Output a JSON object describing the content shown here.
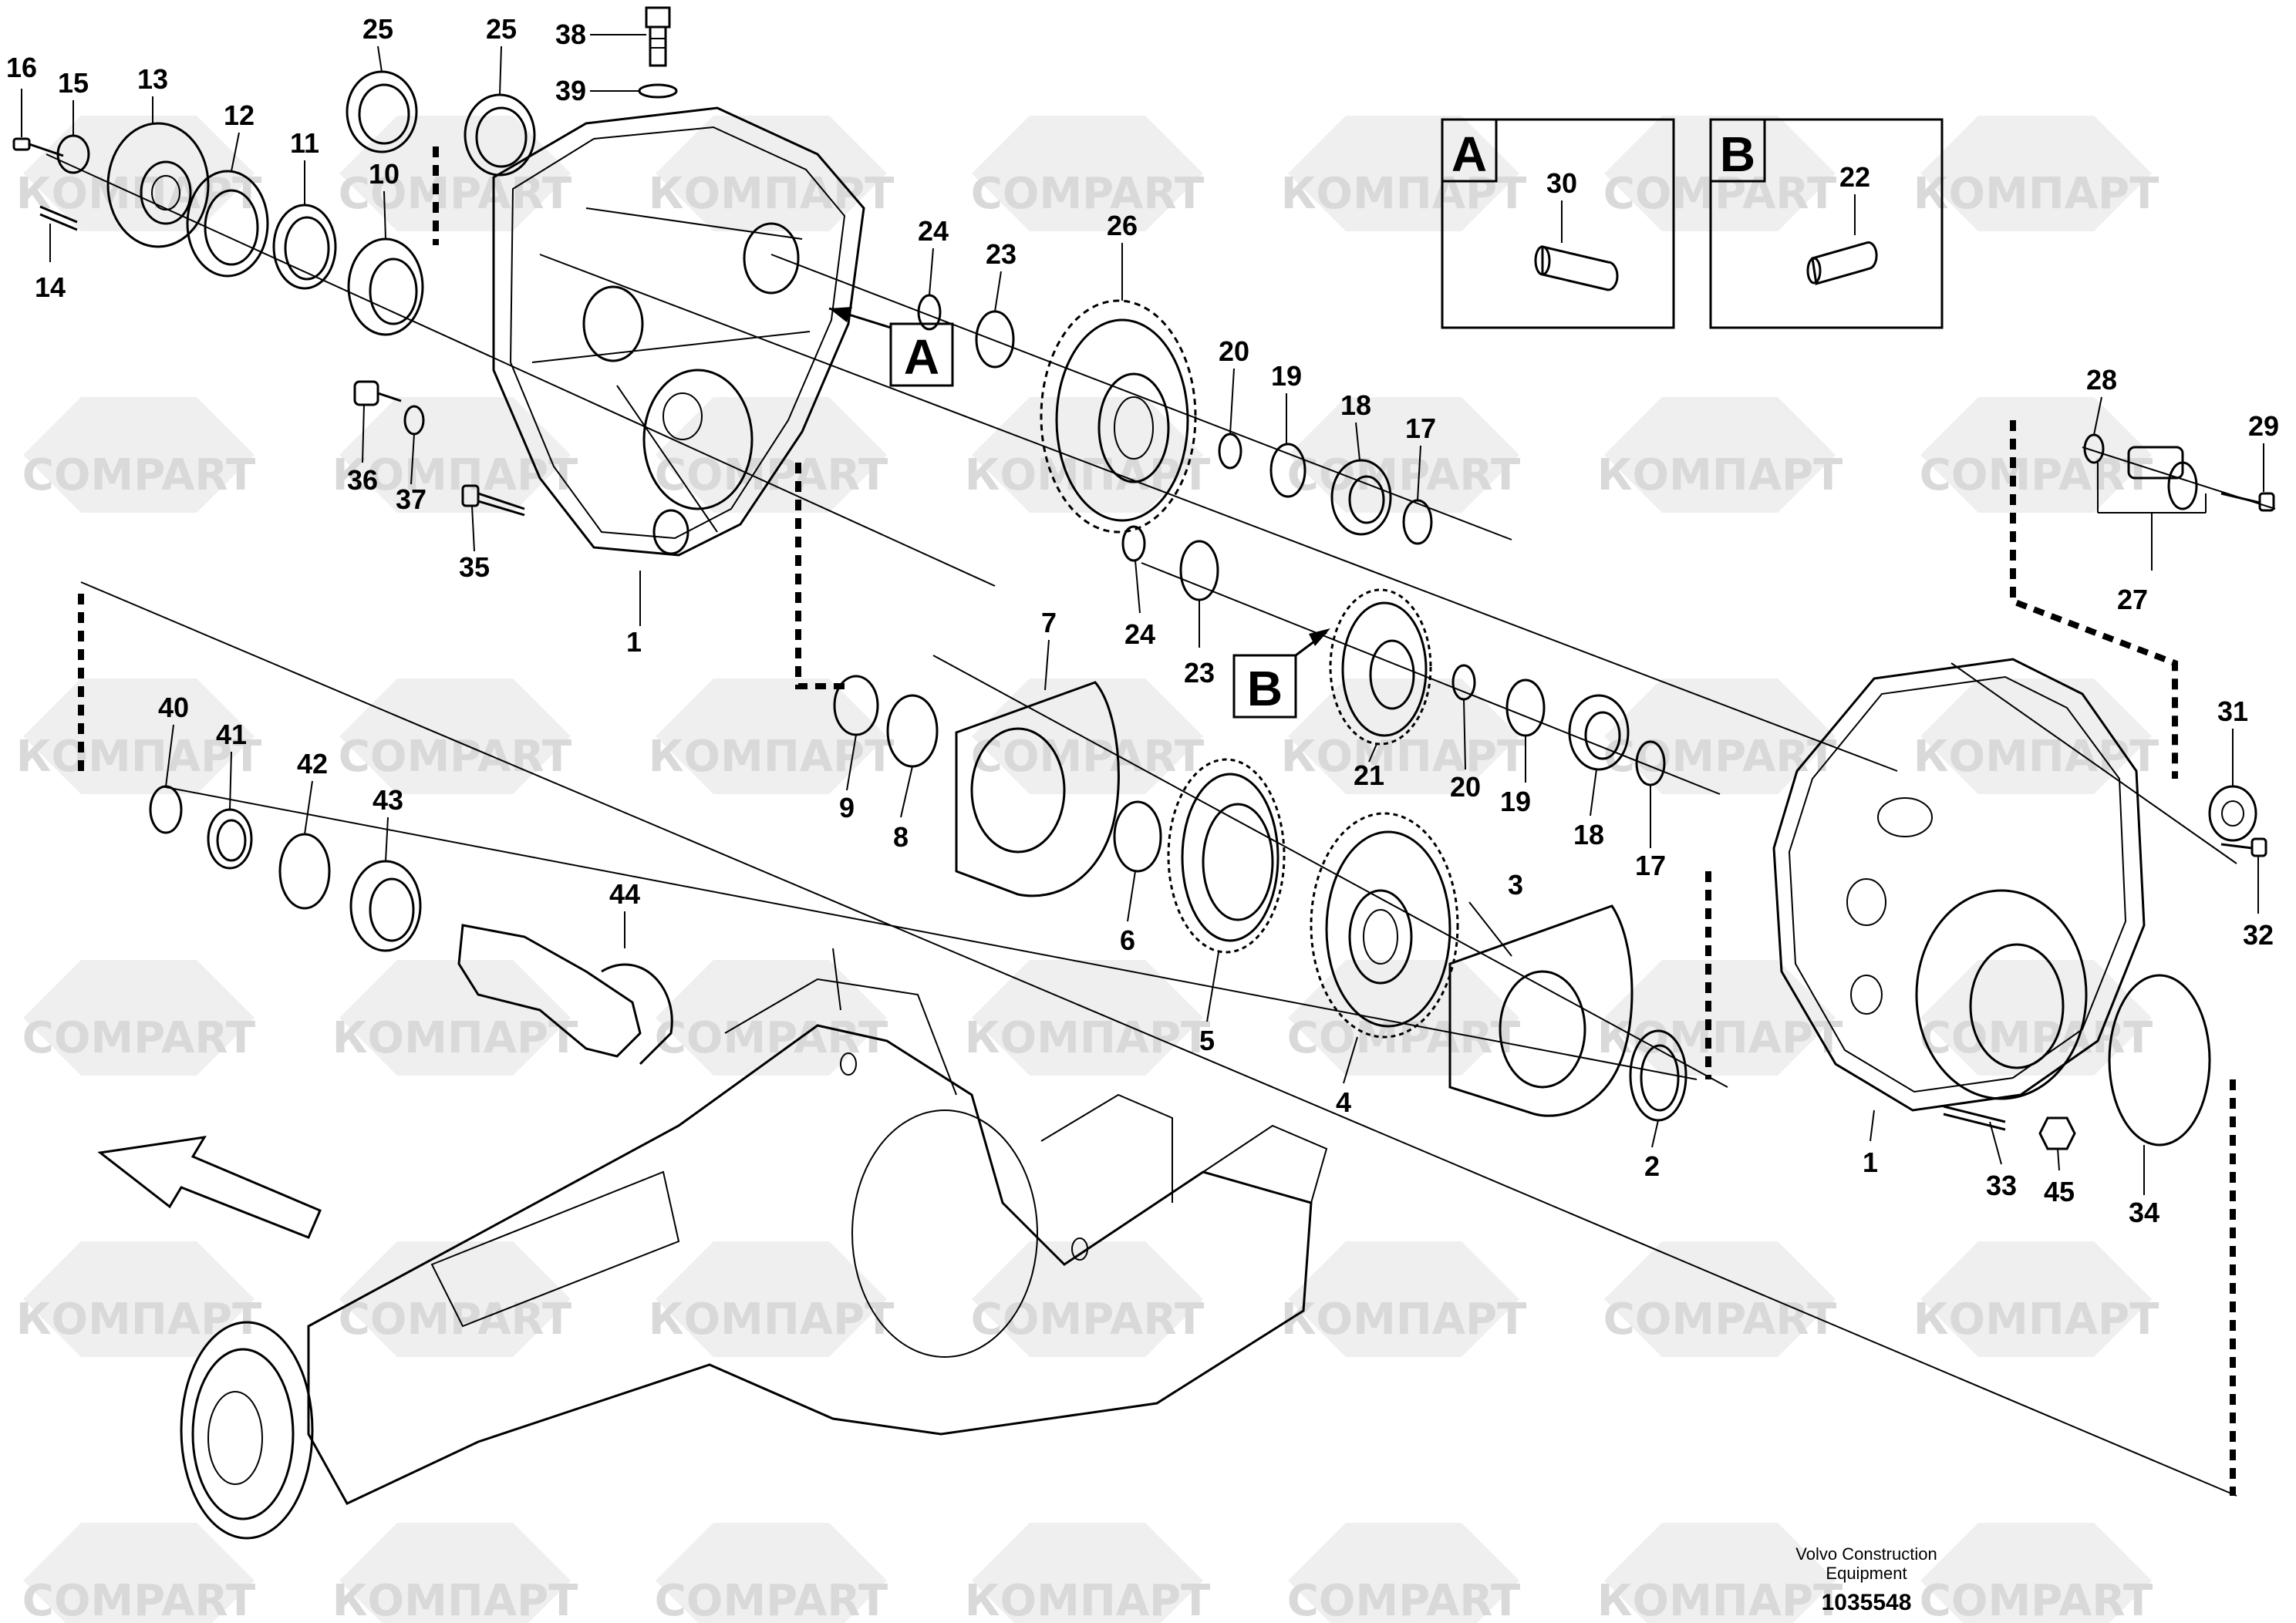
{
  "watermark": {
    "latin": "COMPART",
    "cyrillic": "КОМПАРТ",
    "color": "#d9d9d9"
  },
  "detail_boxes": [
    {
      "letter": "A",
      "part_number": "30"
    },
    {
      "letter": "B",
      "part_number": "22"
    }
  ],
  "callout_boxes": [
    {
      "letter": "A"
    },
    {
      "letter": "B"
    }
  ],
  "part_labels": [
    "16",
    "15",
    "13",
    "12",
    "11",
    "10",
    "14",
    "25",
    "25",
    "38",
    "39",
    "24",
    "23",
    "26",
    "20",
    "19",
    "18",
    "17",
    "36",
    "37",
    "35",
    "1",
    "28",
    "29",
    "27",
    "7",
    "24",
    "23",
    "21",
    "20",
    "19",
    "18",
    "17",
    "31",
    "32",
    "40",
    "41",
    "42",
    "43",
    "9",
    "8",
    "6",
    "5",
    "4",
    "3",
    "2",
    "1",
    "33",
    "45",
    "34",
    "44"
  ],
  "footer": {
    "credit_line1": "Volvo Construction",
    "credit_line2": "Equipment",
    "document_number": "1035548"
  }
}
